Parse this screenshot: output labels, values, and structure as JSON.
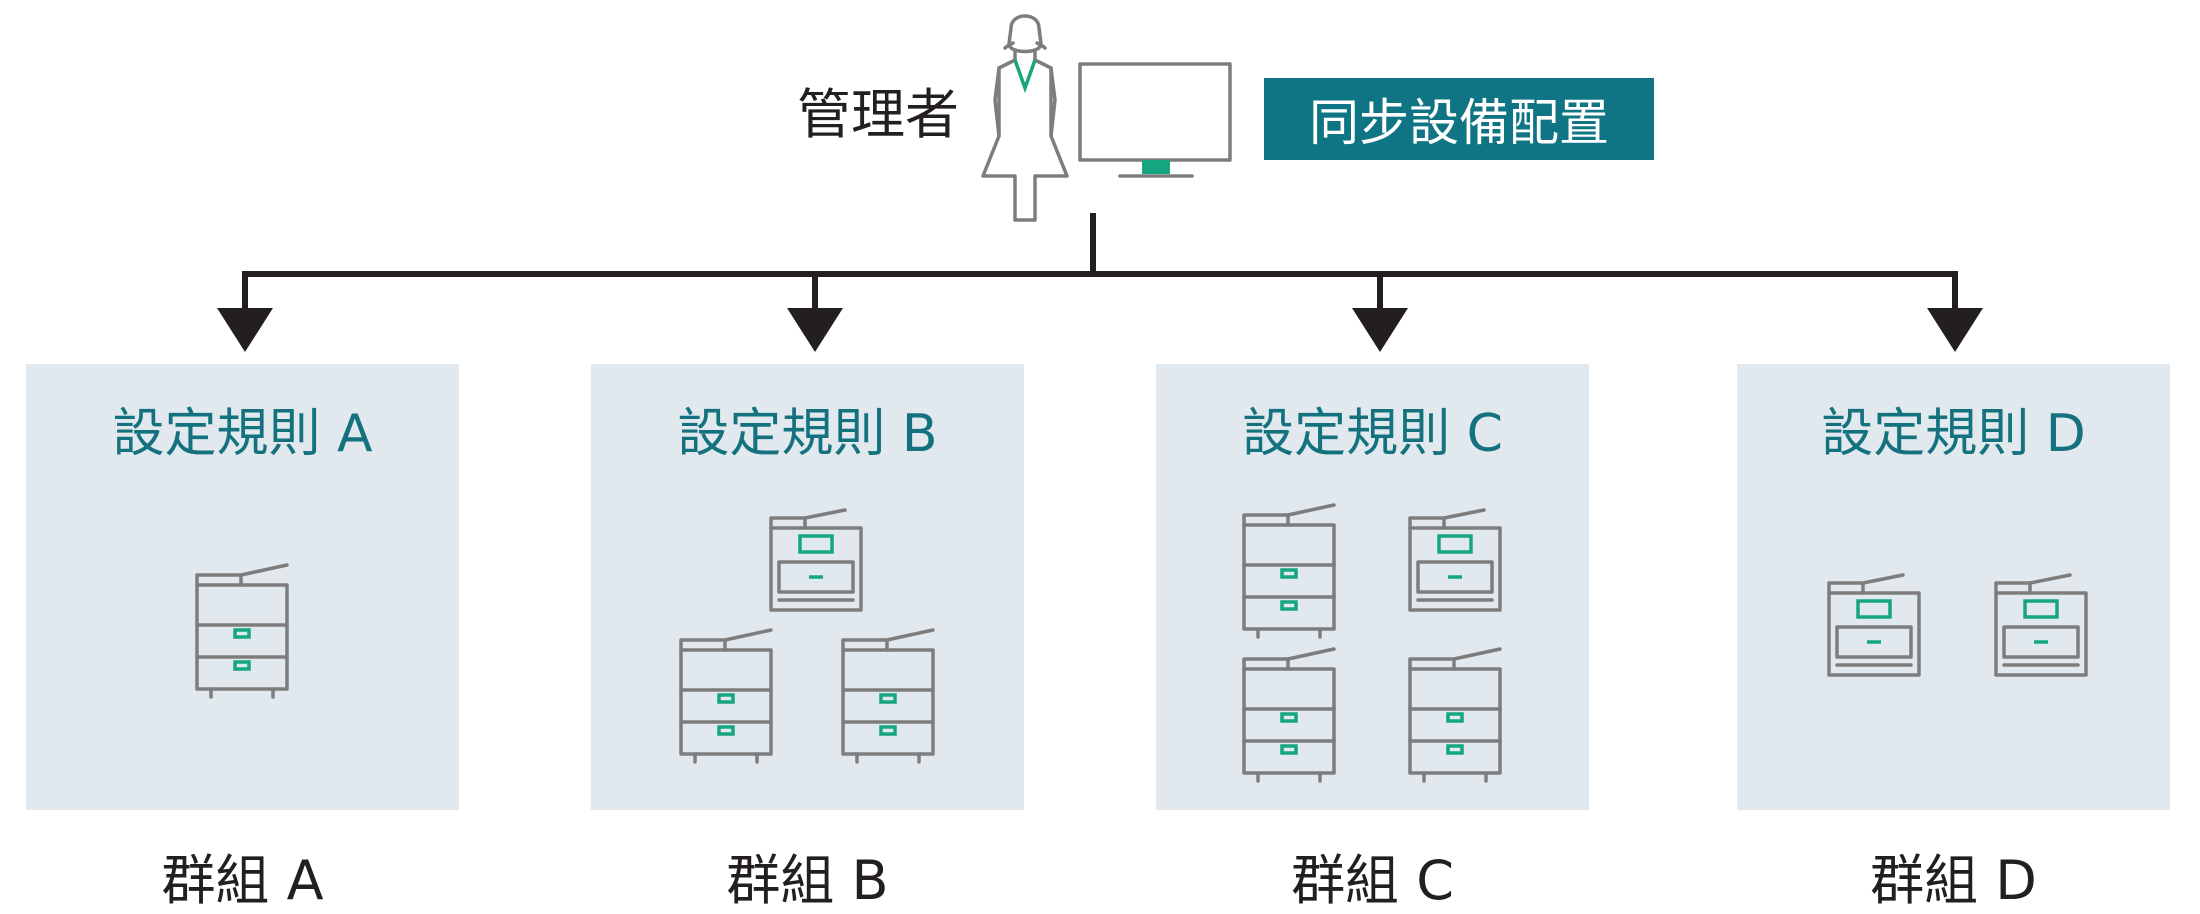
{
  "header": {
    "admin_label": "管理者",
    "sync_button_label": "同步設備配置"
  },
  "groups": [
    {
      "rule": "設定規則 A",
      "group": "群組 A"
    },
    {
      "rule": "設定規則 B",
      "group": "群組 B"
    },
    {
      "rule": "設定規則 C",
      "group": "群組 C"
    },
    {
      "rule": "設定規則 D",
      "group": "群組 D"
    }
  ],
  "icons": {
    "admin": "person-icon",
    "computer": "monitor-icon",
    "tall_device": "multifunction-printer-icon",
    "compact_device": "compact-printer-icon"
  },
  "colors": {
    "accent": "#0f7483",
    "rule_title": "#14727f",
    "panel_bg": "#e1e8ee",
    "device_stroke": "#7d7d7d",
    "device_accent": "#15a67f",
    "connector": "#231f20"
  }
}
